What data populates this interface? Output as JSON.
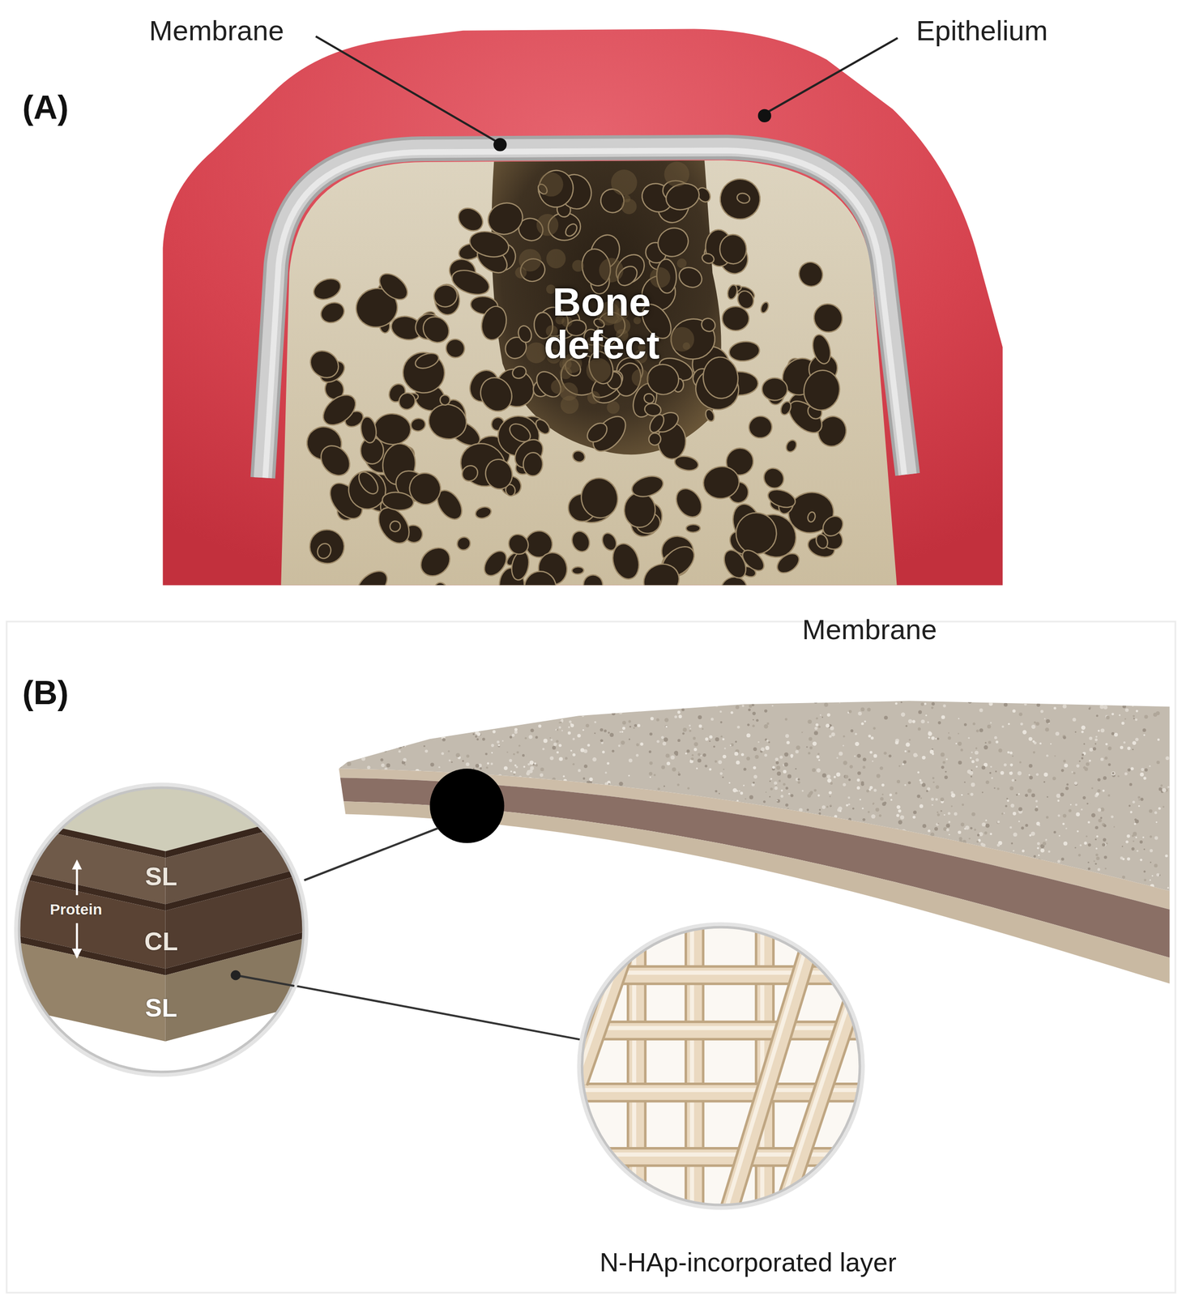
{
  "diagram": {
    "nodes": [
      {
        "text": [
          "SL",
          "Protein",
          "CL",
          "SL"
        ]
      },
      {
        "text": [
          "N-HAp-incorporated layer"
        ]
      }
    ],
    "edges": [
      {
        "from": 0,
        "to": 1,
        "arrow": "none"
      }
    ],
    "labels": [
      "(A)",
      "Membrane",
      "Epithelium",
      "Bone defect",
      "(B)",
      "Membrane"
    ]
  }
}
